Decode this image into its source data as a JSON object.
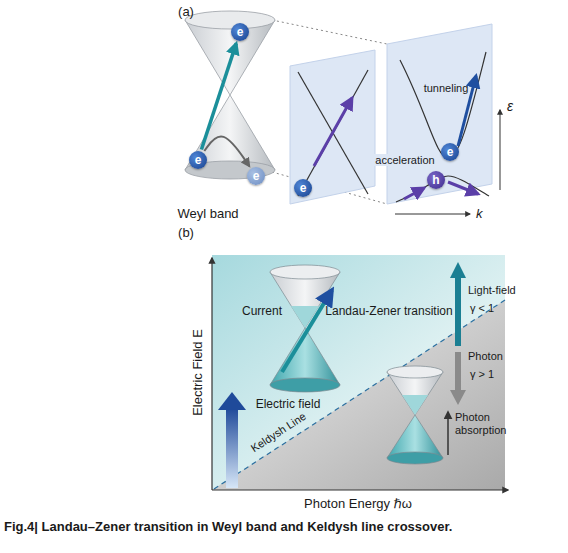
{
  "diagram": {
    "caption": "Fig.4| Landau–Zener transition in Weyl band and Keldysh line crossover.",
    "nodes": [
      {
        "text": [
          "e"
        ]
      },
      {
        "text": [
          "e"
        ]
      },
      {
        "text": [
          "e"
        ]
      },
      {
        "text": [
          "e"
        ]
      },
      {
        "text": [
          "h"
        ]
      },
      {
        "text": [
          "e"
        ]
      }
    ],
    "edges": [
      {
        "from": 1,
        "to": 0,
        "arrow": "to"
      },
      {
        "from": 1,
        "to": 2,
        "arrow": "to"
      }
    ],
    "labels": [
      "(a)",
      "Weyl band",
      "ε",
      "k",
      "tunneling",
      "acceleration",
      "(b)",
      "Current",
      "Landau-Zener transition",
      "Light-field",
      "γ < 1",
      "Photon",
      "γ > 1",
      "Photon absorption",
      "Electric field",
      "Keldysh Line",
      "Electric Field E",
      "Photon Energy ℏω"
    ]
  }
}
